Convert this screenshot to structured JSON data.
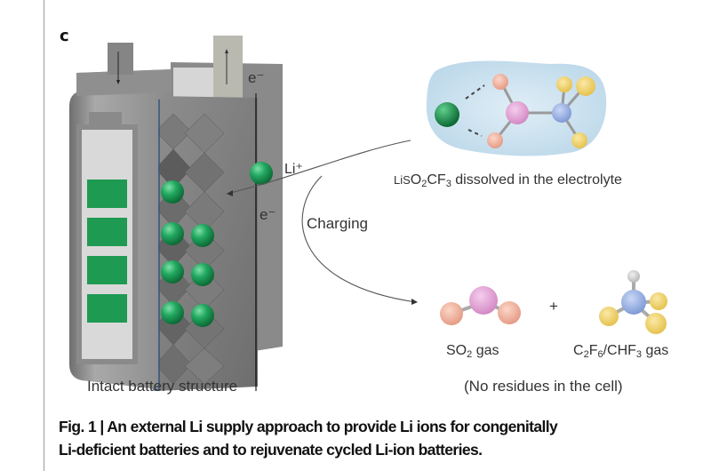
{
  "figure": {
    "panel_label": "c",
    "battery": {
      "caption": "Intact battery structure",
      "electron_label_top": "e⁻",
      "electron_label_side": "e⁻",
      "li_ion_label": "Li⁺",
      "charge_bars": 4,
      "colors": {
        "casing": "#7d7d7d",
        "li_ball": "#1e9e5a",
        "charge_bar": "#1f9a52",
        "separator": "#3a5578"
      }
    },
    "process": {
      "label": "Charging"
    },
    "electrolyte": {
      "salt_prefix": "LiS",
      "salt_o": "O",
      "salt_o_sub": "2",
      "salt_cf": "CF",
      "salt_cf_sub": "3",
      "salt_suffix": " dissolved in the electrolyte",
      "colors": {
        "blob": "#cde2ee",
        "li": "#1d8f4b",
        "oxygen": "#f2b59f",
        "sulfur": "#e3a6d6",
        "carbon": "#9db5e6",
        "fluorine": "#f1d271"
      }
    },
    "products": {
      "plus": "+",
      "so2_s": "SO",
      "so2_sub": "2",
      "so2_suffix": " gas",
      "cf_c": "C",
      "cf_c_sub": "2",
      "cf_f": "F",
      "cf_f_sub": "6",
      "cf_mid": "/CHF",
      "cf_mid_sub": "3",
      "cf_suffix": " gas",
      "note": "(No residues in the cell)"
    }
  },
  "caption": {
    "line1": "Fig. 1 | An external Li supply approach to provide Li ions for congenitally",
    "line2": "Li-deficient batteries and to rejuvenate cycled Li-ion batteries."
  }
}
